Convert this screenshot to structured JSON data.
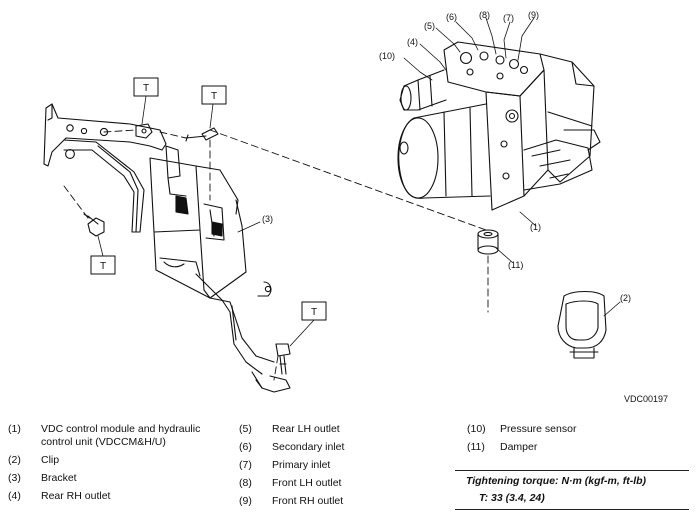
{
  "diagram": {
    "code": "VDC00197",
    "torque_tag": "T",
    "callouts": {
      "c1": "(1)",
      "c2": "(2)",
      "c3": "(3)",
      "c4": "(4)",
      "c5": "(5)",
      "c6": "(6)",
      "c7": "(7)",
      "c8": "(8)",
      "c9": "(9)",
      "c10": "(10)",
      "c11": "(11)"
    }
  },
  "legend": {
    "col1": [
      {
        "num": "(1)",
        "text": "VDC control module and hydraulic control unit (VDCCM&H/U)"
      },
      {
        "num": "(2)",
        "text": "Clip"
      },
      {
        "num": "(3)",
        "text": "Bracket"
      },
      {
        "num": "(4)",
        "text": "Rear RH outlet"
      }
    ],
    "col2": [
      {
        "num": "(5)",
        "text": "Rear LH outlet"
      },
      {
        "num": "(6)",
        "text": "Secondary inlet"
      },
      {
        "num": "(7)",
        "text": "Primary inlet"
      },
      {
        "num": "(8)",
        "text": "Front LH outlet"
      },
      {
        "num": "(9)",
        "text": "Front RH outlet"
      }
    ],
    "col3": [
      {
        "num": "(10)",
        "text": "Pressure sensor"
      },
      {
        "num": "(11)",
        "text": "Damper"
      }
    ]
  },
  "torque": {
    "title": "Tightening torque: N·m (kgf-m, ft-lb)",
    "value": "T:   33 (3.4, 24)"
  }
}
